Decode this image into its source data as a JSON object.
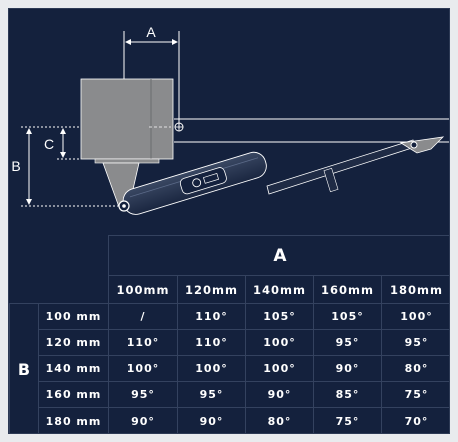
{
  "diagram": {
    "labels": {
      "a": "A",
      "b": "B",
      "c": "C"
    }
  },
  "table": {
    "column_group_header": "A",
    "row_group_header": "B",
    "columns": [
      "100mm",
      "120mm",
      "140mm",
      "160mm",
      "180mm"
    ],
    "rows": [
      {
        "label": "100 mm",
        "values": [
          "/",
          "110°",
          "105°",
          "105°",
          "100°"
        ]
      },
      {
        "label": "120 mm",
        "values": [
          "110°",
          "110°",
          "100°",
          "95°",
          "95°"
        ]
      },
      {
        "label": "140 mm",
        "values": [
          "100°",
          "100°",
          "100°",
          "90°",
          "80°"
        ]
      },
      {
        "label": "160 mm",
        "values": [
          "95°",
          "95°",
          "90°",
          "85°",
          "75°"
        ]
      },
      {
        "label": "180 mm",
        "values": [
          "90°",
          "90°",
          "80°",
          "75°",
          "70°"
        ]
      }
    ]
  },
  "colors": {
    "background": "#14213d",
    "grid_line": "#34425f",
    "motor_box": "#8a8b8d",
    "text": "#ffffff"
  }
}
